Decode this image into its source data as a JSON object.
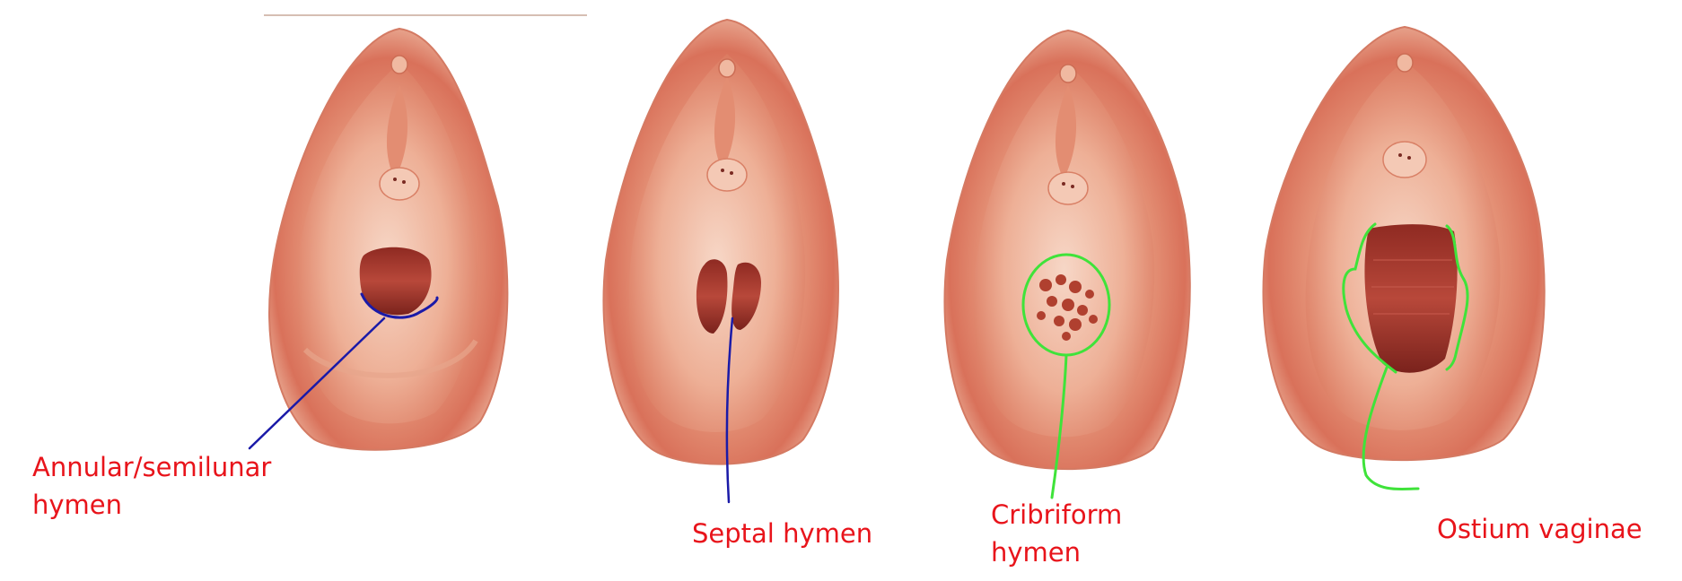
{
  "labels": {
    "annular": {
      "line1": "Annular/semilunar",
      "line2": "hymen"
    },
    "septal": {
      "line1": "Septal hymen"
    },
    "cribriform": {
      "line1": "Cribriform",
      "line2": "hymen"
    },
    "ostium": {
      "line1": "Ostium vaginae"
    }
  },
  "colors": {
    "label_text": "#e8141b",
    "leader_annular_septal": "#1a1aa8",
    "leader_cribriform_ostium": "#3fe33a",
    "tissue_light": "#f3c3ad",
    "tissue_mid": "#e58e6f",
    "tissue_dark": "#c9553f",
    "opening": "#a8322a"
  }
}
